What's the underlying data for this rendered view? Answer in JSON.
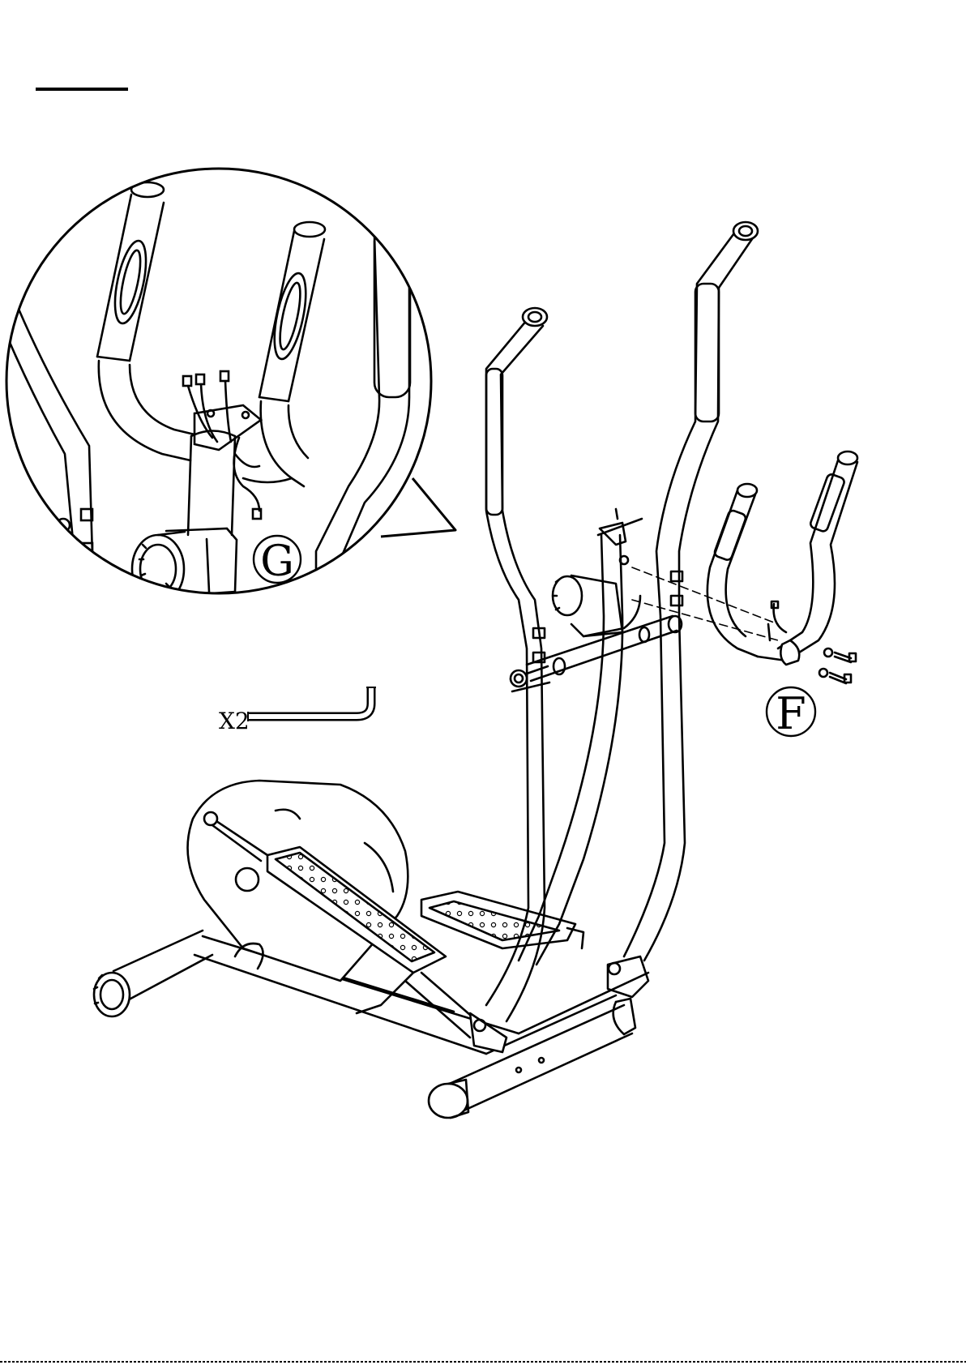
{
  "page": {
    "background": "#ffffff",
    "line_color": "#000000"
  },
  "labels": {
    "detail_callout": "G",
    "part_label": "F",
    "tool_quantity": "X2"
  },
  "tool": {
    "icon": "allen-key-icon"
  }
}
